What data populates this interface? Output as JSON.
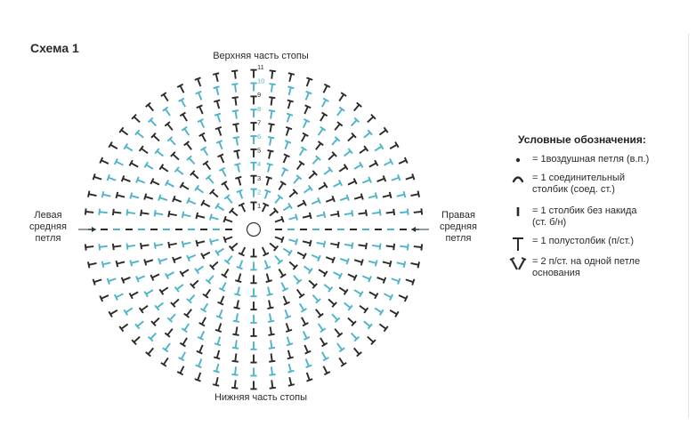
{
  "title": "Схема 1",
  "top_label": "Верхняя часть стопы",
  "bottom_label": "Нижняя часть стопы",
  "left_label": "Левая\nсредняя\nпетля",
  "right_label": "Правая\nсредняя\nпетля",
  "colors": {
    "black": "#2a2a2a",
    "teal": "#4fb3cc",
    "text": "#2a2a2a"
  },
  "row_numbers": [
    "1",
    "2",
    "3",
    "4",
    "5",
    "6",
    "7",
    "8",
    "9",
    "10",
    "11"
  ],
  "legend": {
    "title": "Условные обозначения:",
    "items": [
      {
        "icon": "chain-stitch-dot-icon",
        "text": "= 1воздушная петля (в.п.)"
      },
      {
        "icon": "slip-stitch-arc-icon",
        "text": "= 1 соединительный\nстолбик (соед. ст.)"
      },
      {
        "icon": "single-crochet-bar-icon",
        "text": "= 1 столбик без накида\n(ст. б/н)"
      },
      {
        "icon": "half-double-crochet-t-icon",
        "text": "= 1 полустолбик (п/ст.)"
      },
      {
        "icon": "increase-v-icon",
        "text": "= 2 п/ст. на одной петле\nоснования"
      }
    ]
  }
}
